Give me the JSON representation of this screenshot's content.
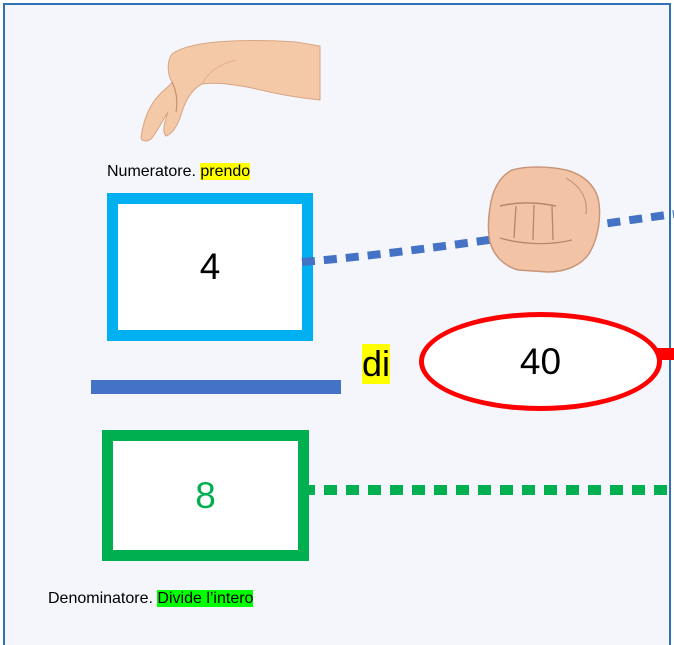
{
  "numerator": {
    "caption": "Numeratore.",
    "highlight": "prendo",
    "value": "4"
  },
  "denominator": {
    "caption": "Denominatore.",
    "highlight": "Divide l’intero",
    "value": "8"
  },
  "connector_word": "di",
  "whole": {
    "value": "40"
  },
  "icons": {
    "top": "hand-pinch-icon",
    "middle": "fist-icon"
  },
  "colors": {
    "numerator_border": "#00b0f0",
    "denominator_border": "#00b050",
    "whole_border": "#ff0000",
    "fraction_bar": "#4472c4",
    "highlight_yellow": "#ffff00",
    "highlight_green": "#00ff00"
  }
}
